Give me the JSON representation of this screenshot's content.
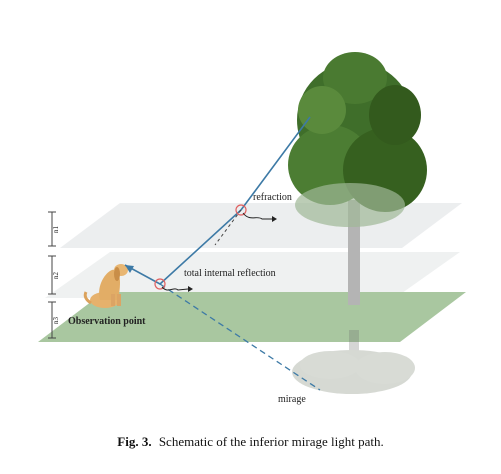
{
  "labels": {
    "refraction": "refraction",
    "total_internal_reflection": "total internal reflection",
    "observation_point": "Observation point",
    "mirage": "mirage",
    "layer_1": "n1",
    "layer_2": "n2",
    "layer_3": "n3"
  },
  "caption": {
    "figure_number": "Fig. 3.",
    "text": "Schematic of the inferior mirage light path."
  },
  "colors": {
    "light_path": "#3d7aa6",
    "ground_plane": "#a9c7a0",
    "air_layer": "#e9ebec",
    "tree_foliage": "#3f6e2a",
    "dog": "#e2ad66",
    "marker": "#e06060"
  },
  "icons": [
    "tree-icon",
    "dog-icon",
    "refraction-point-marker",
    "reflection-point-marker"
  ]
}
